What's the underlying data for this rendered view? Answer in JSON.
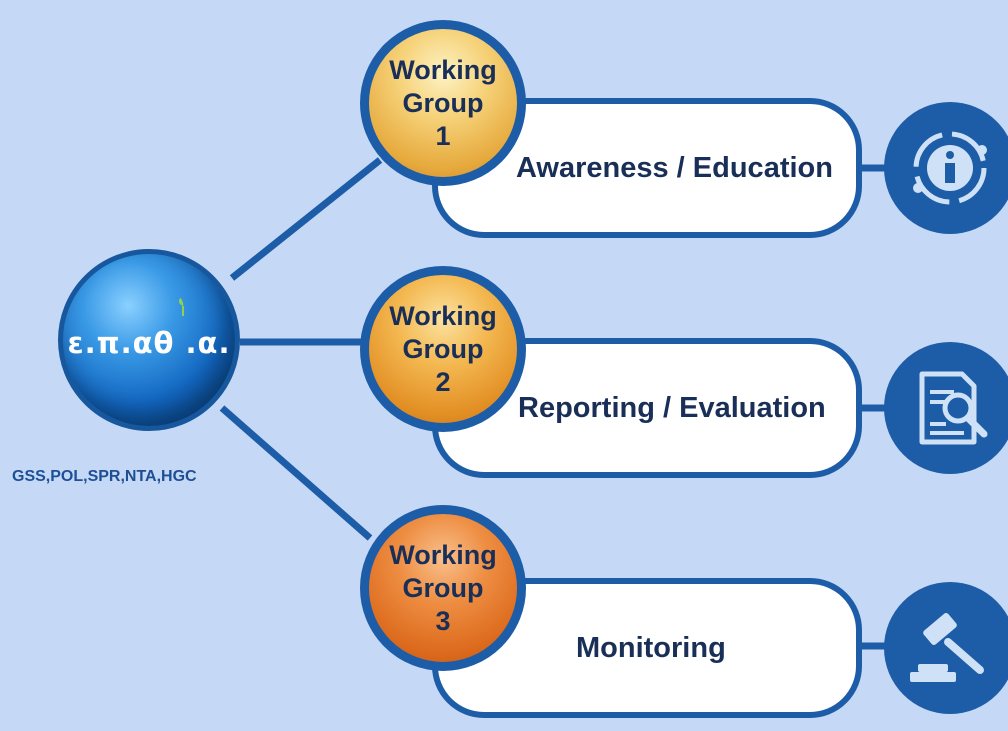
{
  "hub": {
    "logo_text": "ε.π.αθ   .α.",
    "caption": "GSS,POL,SPR,NTA,HGC"
  },
  "groups": [
    {
      "line1": "Working",
      "line2": "Group",
      "number": "1",
      "label": "Awareness / Education",
      "icon": "info-icon"
    },
    {
      "line1": "Working",
      "line2": "Group",
      "number": "2",
      "label": "Reporting / Evaluation",
      "icon": "document-search-icon"
    },
    {
      "line1": "Working",
      "line2": "Group",
      "number": "3",
      "label": "Monitoring",
      "icon": "gavel-icon"
    }
  ],
  "colors": {
    "background": "#c5d9f7",
    "outline": "#1d5da8",
    "text": "#1a2f57",
    "caption": "#1e4f94",
    "group1": "#f6d279",
    "group2": "#f4b952",
    "group3": "#ee8e43"
  }
}
